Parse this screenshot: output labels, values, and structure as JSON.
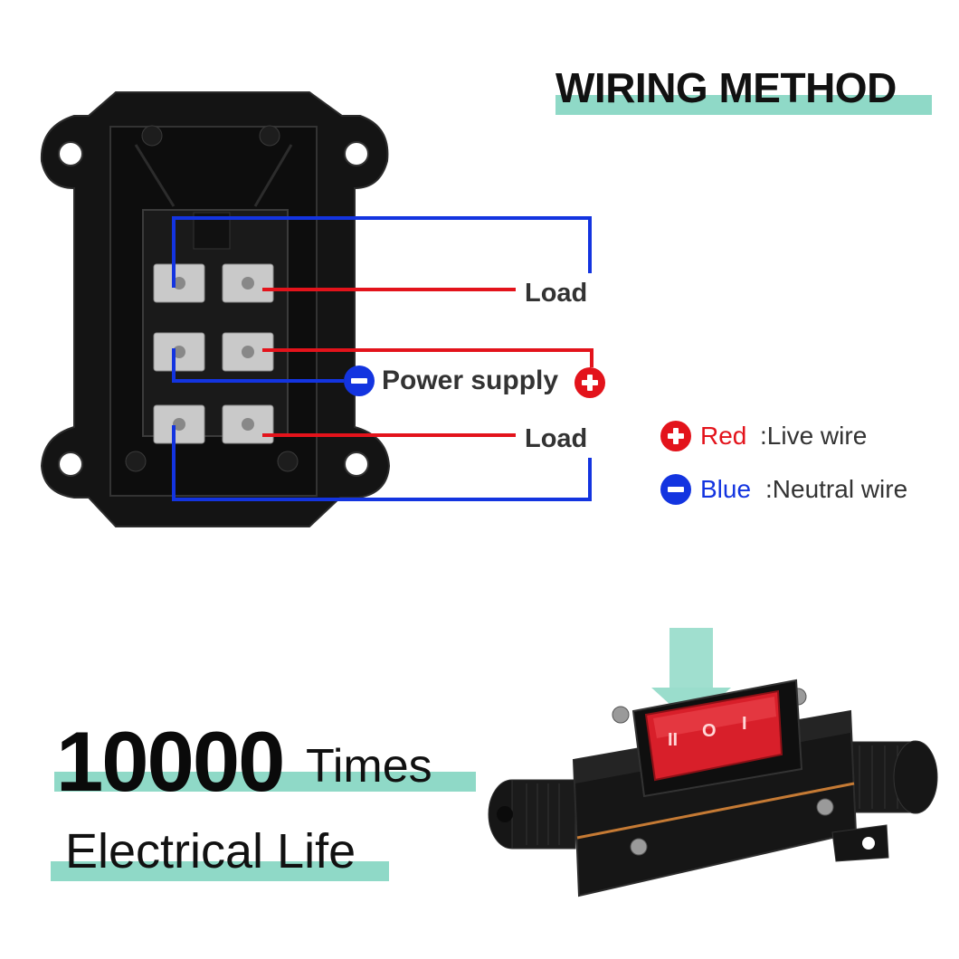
{
  "title": "WIRING METHOD",
  "labels": {
    "load_top": "Load",
    "power_supply": "Power supply",
    "load_bottom": "Load"
  },
  "legend": {
    "red_word": "Red",
    "red_desc": ":Live wire",
    "blue_word": "Blue",
    "blue_desc": ":Neutral wire"
  },
  "tagline": {
    "number": "10000",
    "unit": "Times",
    "line2": "Electrical Life"
  },
  "switch_marks": {
    "left": "II",
    "center": "O",
    "right": "I"
  },
  "colors": {
    "live_wire": "#e3131b",
    "neutral_wire": "#1334e0",
    "accent_bar": "#8fd9c7",
    "housing": "#141414",
    "rocker": "#d81f2a"
  },
  "icons": {
    "plus": "plus-circle-icon",
    "minus": "minus-circle-icon",
    "arrow": "down-arrow-icon"
  }
}
